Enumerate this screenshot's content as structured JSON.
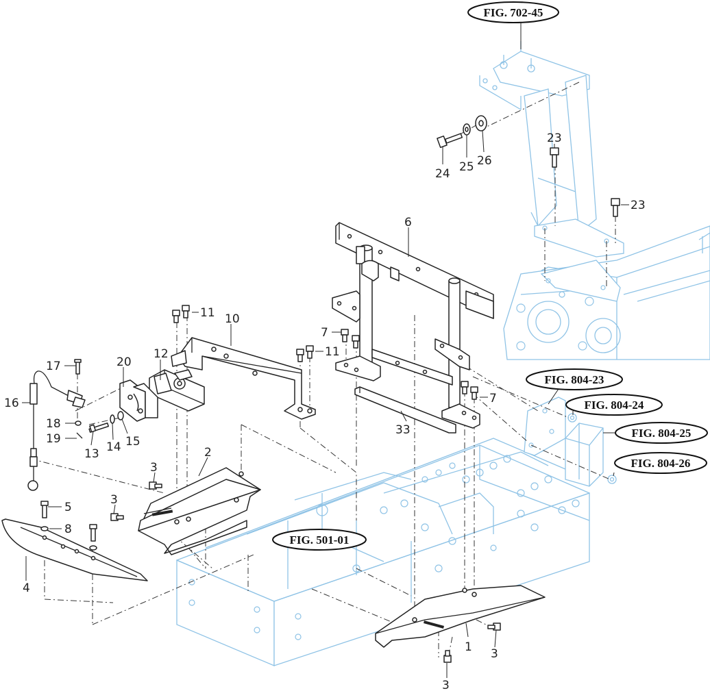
{
  "figure_refs": {
    "fig_702_45": "FIG. 702-45",
    "fig_804_23": "FIG. 804-23",
    "fig_804_24": "FIG. 804-24",
    "fig_804_25": "FIG. 804-25",
    "fig_804_26": "FIG. 804-26",
    "fig_501_01": "FIG. 501-01"
  },
  "callouts": {
    "p1": "1",
    "p2": "2",
    "p3a": "3",
    "p3b": "3",
    "p3c": "3",
    "p3d": "3",
    "p4": "4",
    "p5": "5",
    "p6": "6",
    "p7a": "7",
    "p7b": "7",
    "p8": "8",
    "p10": "10",
    "p11a": "11",
    "p11b": "11",
    "p12": "12",
    "p13": "13",
    "p14": "14",
    "p15": "15",
    "p16": "16",
    "p17": "17",
    "p18": "18",
    "p19": "19",
    "p20": "20",
    "p23a": "23",
    "p23b": "23",
    "p24": "24",
    "p25": "25",
    "p26": "26",
    "p33": "33"
  },
  "colors": {
    "context_lines": "#8fc3e6",
    "part_lines": "#222222",
    "background": "#ffffff"
  }
}
